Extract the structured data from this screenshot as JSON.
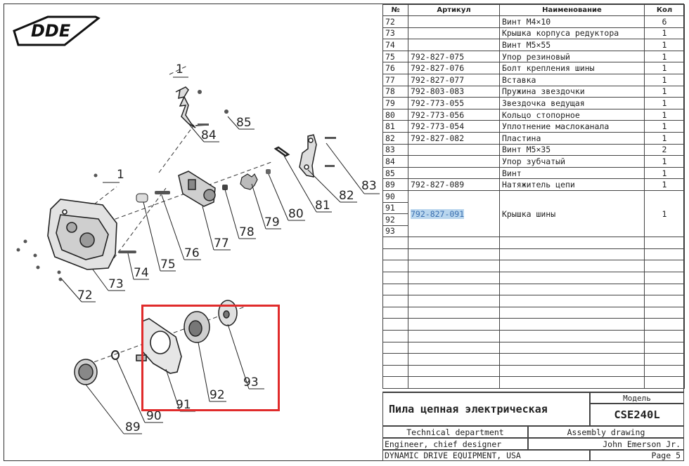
{
  "brand": {
    "logo_text": "DDE"
  },
  "table": {
    "headers": {
      "num": "№",
      "article": "Артикул",
      "name": "Наименование",
      "qty": "Кол"
    },
    "rows": [
      {
        "num": "72",
        "article": "",
        "name": "Винт M4×10",
        "qty": "6"
      },
      {
        "num": "73",
        "article": "",
        "name": "Крышка корпуса редуктора",
        "qty": "1"
      },
      {
        "num": "74",
        "article": "",
        "name": "Винт M5×55",
        "qty": "1"
      },
      {
        "num": "75",
        "article": "792-827-075",
        "name": "Упор резиновый",
        "qty": "1"
      },
      {
        "num": "76",
        "article": "792-827-076",
        "name": "Болт крепления шины",
        "qty": "1"
      },
      {
        "num": "77",
        "article": "792-827-077",
        "name": "Вставка",
        "qty": "1"
      },
      {
        "num": "78",
        "article": "792-803-083",
        "name": "Пружина звездочки",
        "qty": "1"
      },
      {
        "num": "79",
        "article": "792-773-055",
        "name": "Звездочка ведущая",
        "qty": "1"
      },
      {
        "num": "80",
        "article": "792-773-056",
        "name": "Кольцо стопорное",
        "qty": "1"
      },
      {
        "num": "81",
        "article": "792-773-054",
        "name": "Уплотнение маслоканала",
        "qty": "1"
      },
      {
        "num": "82",
        "article": "792-827-082",
        "name": "Пластина",
        "qty": "1"
      },
      {
        "num": "83",
        "article": "",
        "name": "Винт M5×35",
        "qty": "2"
      },
      {
        "num": "84",
        "article": "",
        "name": "Упор зубчатый",
        "qty": "1"
      },
      {
        "num": "85",
        "article": "",
        "name": "Винт",
        "qty": "1"
      },
      {
        "num": "89",
        "article": "792-827-089",
        "name": "Натяжитель цепи",
        "qty": "1"
      }
    ],
    "group": {
      "nums": [
        "90",
        "91",
        "92",
        "93"
      ],
      "article": "792-827-091",
      "name": "Крышка шины",
      "qty": "1"
    }
  },
  "title_block": {
    "product": "Пила цепная электрическая",
    "model_label": "Модель",
    "model": "CSE240L",
    "department": "Technical department",
    "drawing_type": "Assembly drawing",
    "role": "Engineer, chief designer",
    "person": "John Emerson Jr.",
    "company": "DYNAMIC DRIVE EQUIPMENT, USA",
    "page": "Page 5"
  },
  "callouts": [
    "1",
    "84",
    "85",
    "1",
    "83",
    "82",
    "81",
    "80",
    "79",
    "78",
    "77",
    "76",
    "75",
    "74",
    "73",
    "72",
    "93",
    "92",
    "91",
    "90",
    "89"
  ]
}
